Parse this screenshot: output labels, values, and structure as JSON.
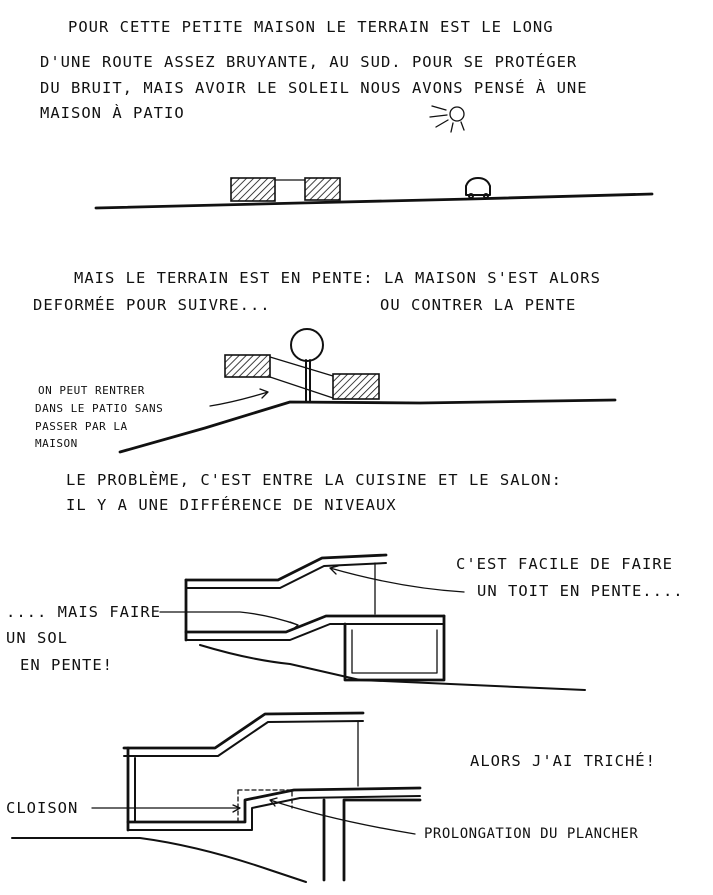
{
  "intro": {
    "line1": "POUR CETTE PETITE MAISON LE TERRAIN EST LE LONG",
    "line2": "D'UNE ROUTE ASSEZ BRUYANTE, AU SUD. POUR SE PROTÉGER",
    "line3": "DU BRUIT, MAIS AVOIR LE SOLEIL NOUS AVONS PENSÉ À UNE",
    "line4": "MAISON À PATIO"
  },
  "slope": {
    "line1": "MAIS LE TERRAIN EST EN PENTE: LA MAISON S'EST ALORS",
    "line2a": "DEFORMÉE POUR SUIVRE...",
    "line2b": "OU CONTRER LA PENTE"
  },
  "patio_note": {
    "line1": "ON PEUT RENTRER",
    "line2": "DANS LE PATIO SANS",
    "line3": "PASSER PAR LA",
    "line4": "MAISON"
  },
  "problem": {
    "line1": "LE PROBLÈME, C'EST ENTRE LA CUISINE ET LE SALON:",
    "line2": "IL Y A UNE DIFFÉRENCE DE NIVEAUX"
  },
  "roof_note": {
    "line1": "C'EST FACILE DE FAIRE",
    "line2": "UN TOIT EN PENTE...."
  },
  "floor_note": {
    "line1": ".... MAIS FAIRE",
    "line2": "UN SOL",
    "line3": "EN PENTE!"
  },
  "cheat_note": "ALORS J'AI TRICHÉ!",
  "labels": {
    "cloison": "CLOISON",
    "prolongation": "PROLONGATION DU PLANCHER"
  },
  "icons": {
    "sun": "sun-icon",
    "car": "car-icon",
    "tree": "tree-icon"
  },
  "colors": {
    "ink": "#111111",
    "paper": "#ffffff"
  }
}
